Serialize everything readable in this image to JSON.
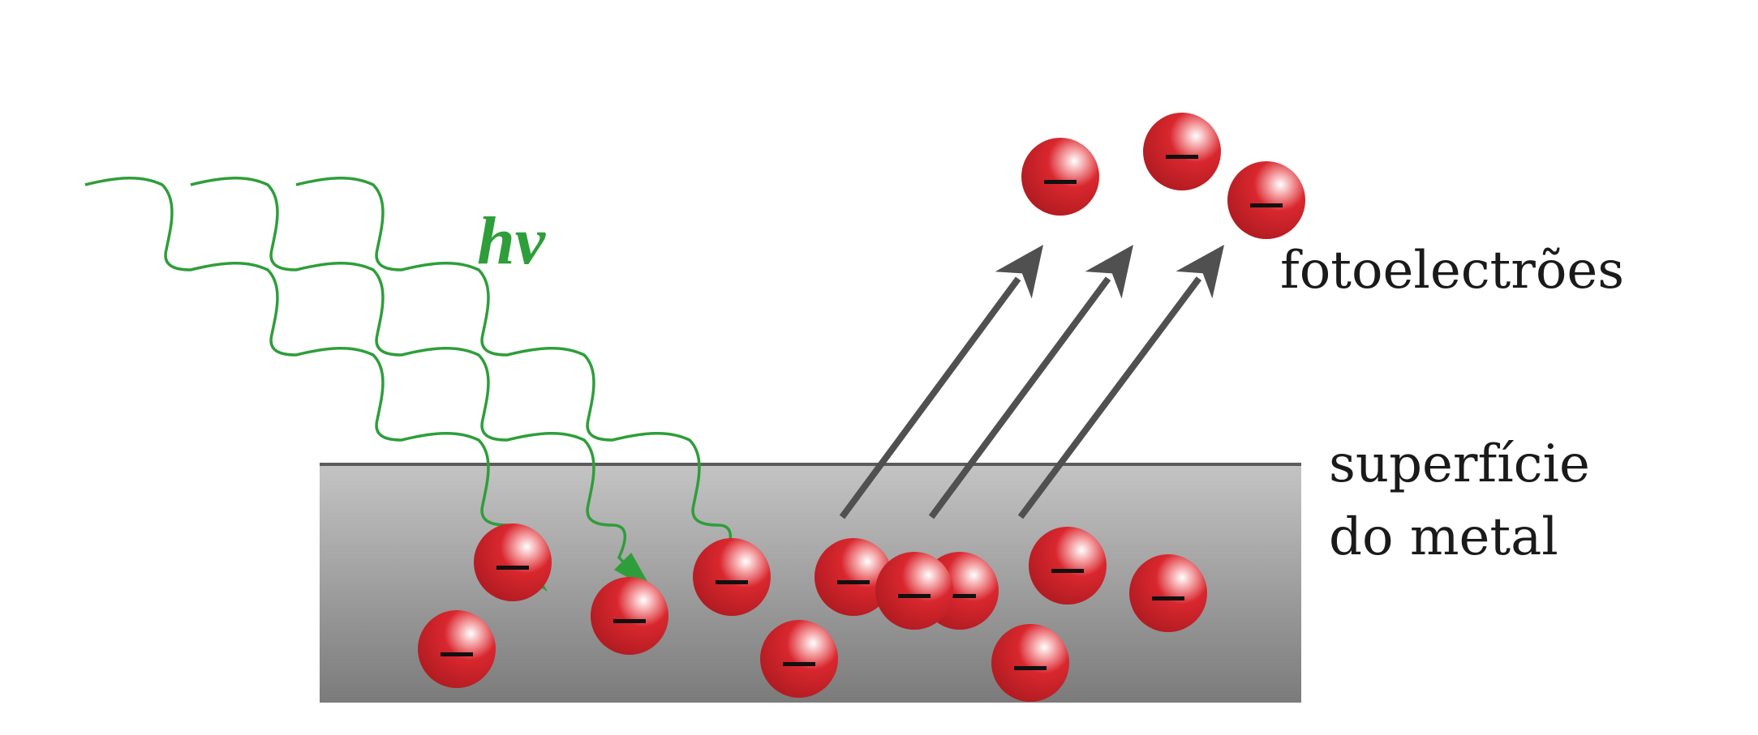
{
  "diagram": {
    "photon_symbol": "hν",
    "photoelectrons_label": "fotoelectrões",
    "surface_label_line1": "superfície",
    "surface_label_line2": "do metal",
    "electron_symbol": "–",
    "photon_count": 3,
    "emitted_electron_count": 3,
    "bound_electron_count": 11
  },
  "colors": {
    "photon": "#2e9e3a",
    "electron": "#d9272e",
    "electron_highlight": "#ffffff",
    "electron_dark": "#b21c22",
    "metal_top": "#c4c4c4",
    "metal_bottom": "#7b7b7b",
    "metal_edge": "#5c5c5c",
    "arrow": "#505050",
    "text": "#1a1a1a"
  }
}
